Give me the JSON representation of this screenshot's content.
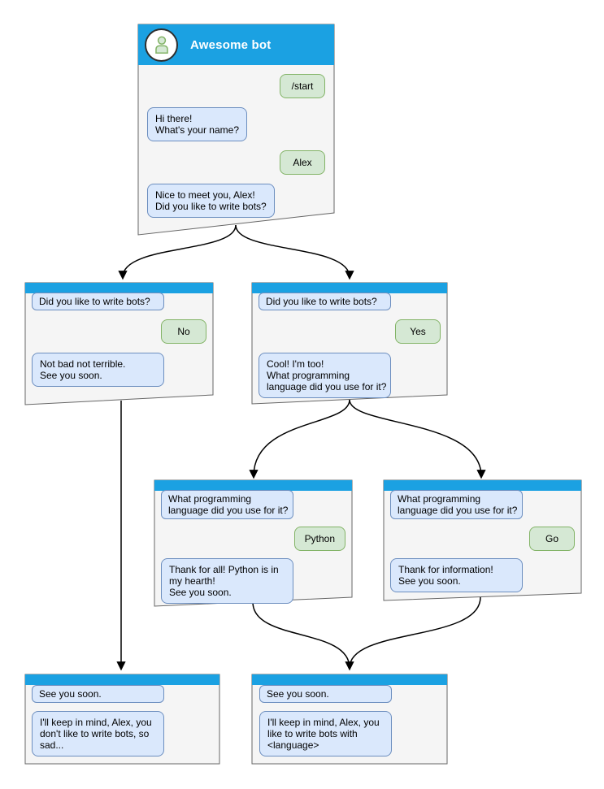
{
  "colors": {
    "titlebar_blue": "#1BA1E2",
    "window_fill": "#F5F5F5",
    "window_border": "#666666",
    "bot_bubble_fill": "#DAE8FC",
    "bot_bubble_border": "#6C8EBF",
    "user_bubble_fill": "#D5E8D4",
    "user_bubble_border": "#82B366",
    "arrow": "#000000",
    "avatar_ring": "#2E2E2E",
    "title_text": "#FFFFFF"
  },
  "windows": {
    "main": {
      "title": "Awesome bot",
      "avatar_icon": "person-icon",
      "messages": [
        {
          "from": "user",
          "text": "/start"
        },
        {
          "from": "bot",
          "text": "Hi there!\nWhat's your name?"
        },
        {
          "from": "user",
          "text": "Alex"
        },
        {
          "from": "bot",
          "text": "Nice to meet you, Alex!\nDid you like to write bots?"
        }
      ]
    },
    "no_branch": {
      "messages": [
        {
          "from": "bot",
          "text": "Did you like to write bots?"
        },
        {
          "from": "user",
          "text": "No"
        },
        {
          "from": "bot",
          "text": "Not bad not terrible.\nSee you soon."
        }
      ]
    },
    "yes_branch": {
      "messages": [
        {
          "from": "bot",
          "text": "Did you like to write bots?"
        },
        {
          "from": "user",
          "text": "Yes"
        },
        {
          "from": "bot",
          "text": "Cool! I'm too!\nWhat programming\nlanguage did you use for it?"
        }
      ]
    },
    "python_branch": {
      "messages": [
        {
          "from": "bot",
          "text": "What programming\nlanguage did you use for it?"
        },
        {
          "from": "user",
          "text": "Python"
        },
        {
          "from": "bot",
          "text": "Thank for all! Python is in\nmy hearth!\nSee you soon."
        }
      ]
    },
    "go_branch": {
      "messages": [
        {
          "from": "bot",
          "text": "What programming\nlanguage did you use for it?"
        },
        {
          "from": "user",
          "text": "Go"
        },
        {
          "from": "bot",
          "text": "Thank for information!\nSee you soon."
        }
      ]
    },
    "final_no": {
      "messages": [
        {
          "from": "bot",
          "text": "See you soon."
        },
        {
          "from": "bot",
          "text": "I'll keep in mind, Alex, you\ndon't like to write bots, so\nsad..."
        }
      ]
    },
    "final_yes": {
      "messages": [
        {
          "from": "bot",
          "text": "See you soon."
        },
        {
          "from": "bot",
          "text": "I'll keep in mind, Alex, you\nlike to write bots with\n<language>"
        }
      ]
    }
  }
}
